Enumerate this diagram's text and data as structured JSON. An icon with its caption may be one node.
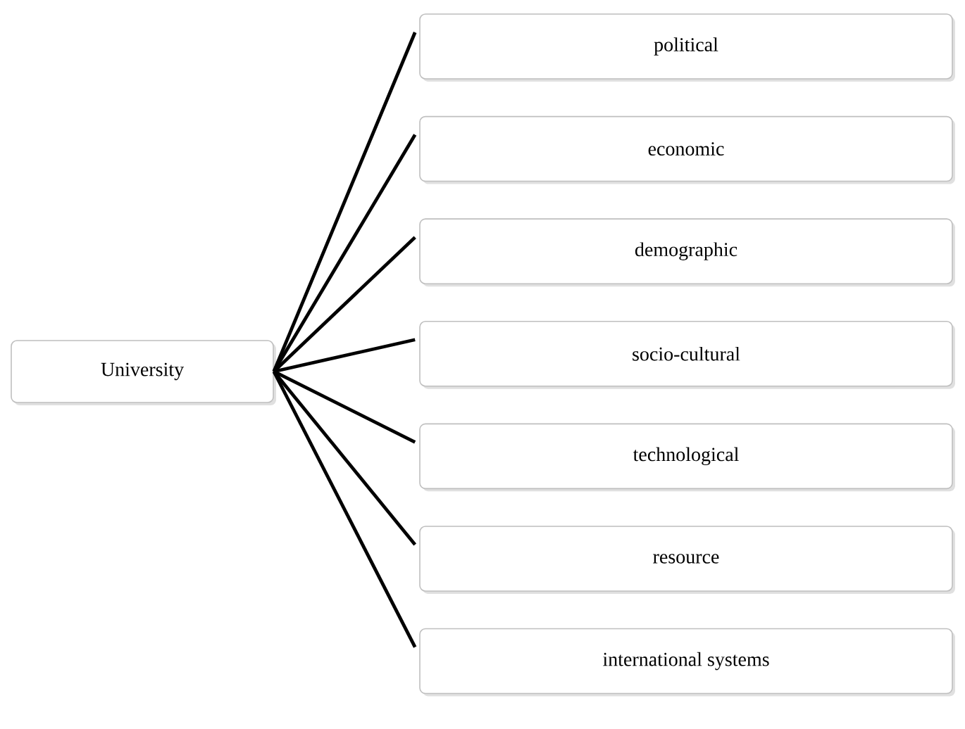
{
  "diagram": {
    "nodes": [
      {
        "text": [
          "University"
        ]
      },
      {
        "text": [
          "political"
        ]
      },
      {
        "text": [
          "economic"
        ]
      },
      {
        "text": [
          "demographic"
        ]
      },
      {
        "text": [
          "socio-cultural"
        ]
      },
      {
        "text": [
          "technological"
        ]
      },
      {
        "text": [
          "resource"
        ]
      },
      {
        "text": [
          "international systems"
        ]
      }
    ],
    "edges": [
      {
        "from": 0,
        "to": 1,
        "arrow": "none"
      },
      {
        "from": 0,
        "to": 2,
        "arrow": "none"
      },
      {
        "from": 0,
        "to": 3,
        "arrow": "none"
      },
      {
        "from": 0,
        "to": 4,
        "arrow": "none"
      },
      {
        "from": 0,
        "to": 5,
        "arrow": "none"
      },
      {
        "from": 0,
        "to": 6,
        "arrow": "none"
      },
      {
        "from": 0,
        "to": 7,
        "arrow": "none"
      }
    ]
  }
}
